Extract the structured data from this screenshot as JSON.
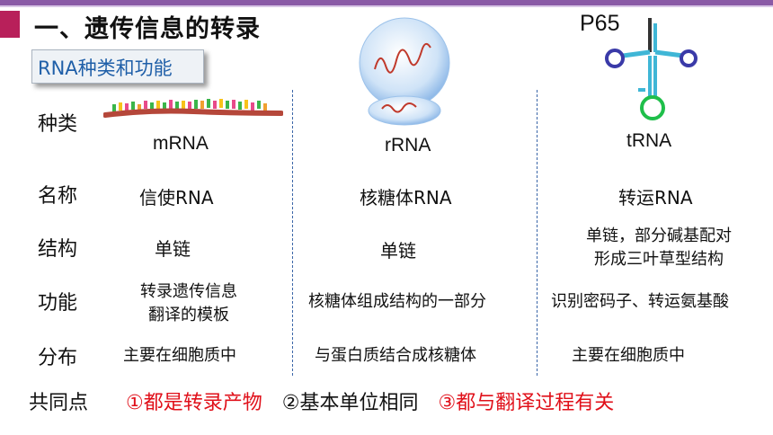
{
  "header": {
    "title": "一、遗传信息的转录",
    "page_ref": "P65",
    "section_label": "RNA种类和功能"
  },
  "rows": {
    "type": "种类",
    "name": "名称",
    "structure": "结构",
    "function": "功能",
    "distribution": "分布"
  },
  "columns": [
    {
      "type": "mRNA",
      "name": "信使RNA",
      "structure": "单链",
      "function_lines": [
        "转录遗传信息",
        "翻译的模板"
      ],
      "distribution": "主要在细胞质中"
    },
    {
      "type": "rRNA",
      "name": "核糖体RNA",
      "structure": "单链",
      "function_lines": [
        "核糖体组成结构的一部分"
      ],
      "distribution": "与蛋白质结合成核糖体"
    },
    {
      "type": "tRNA",
      "name": "转运RNA",
      "structure_lines": [
        "单链，部分碱基配对",
        "形成三叶草型结构"
      ],
      "function_lines": [
        "识别密码子、转运氨基酸"
      ],
      "distribution": "主要在细胞质中"
    }
  ],
  "common": {
    "label": "共同点",
    "point1": "①都是转录产物",
    "point2": "②基本单位相同",
    "point3": "③都与翻译过程有关"
  },
  "colors": {
    "accent_red": "#e0101a",
    "title_bar": "#8a5aa6",
    "label_blue": "#1f5fa8"
  },
  "icons": [
    "mrna-strand-illustration",
    "ribosome-illustration",
    "trna-cloverleaf-illustration"
  ]
}
